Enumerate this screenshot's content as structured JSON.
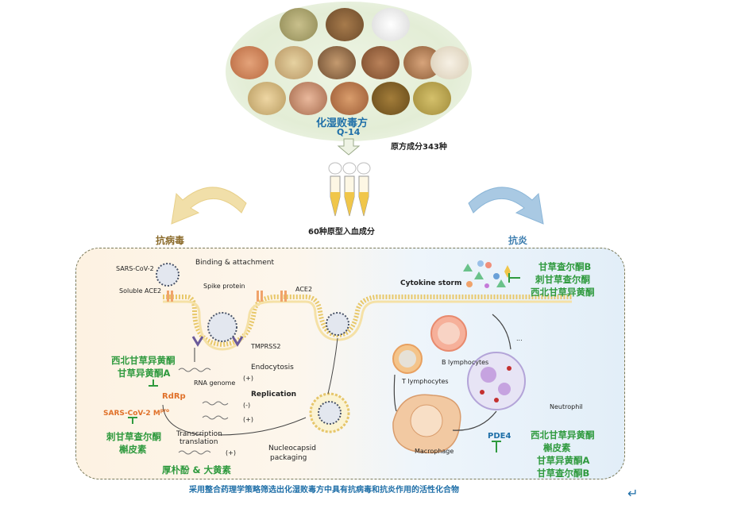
{
  "header": {
    "formula_name": "化湿败毒方",
    "formula_code": "Q-14",
    "total_components": "原方成分343种",
    "blood_components": "60种原型入血成分"
  },
  "sides": {
    "antiviral": "抗病毒",
    "antiinflammatory": "抗炎"
  },
  "virus": {
    "sars": "SARS-CoV-2",
    "binding": "Binding & attachment",
    "soluble_ace2": "Soluble ACE2",
    "spike": "Spike protein",
    "ace2": "ACE2",
    "tmprss2": "TMPRSS2",
    "endocytosis": "Endocytosis",
    "rna_genome": "RNA genome",
    "replication": "Replication",
    "plus1": "(+)",
    "minus": "(-)",
    "plus2": "(+)",
    "plus3": "(+)",
    "transcription": "Transcription",
    "translation": "translation",
    "nucleocapsid": "Nucleocapsid",
    "packaging": "packaging",
    "rdrp": "RdRp",
    "mpro_prefix": "SARS-CoV-2 M",
    "mpro_sup": "pro"
  },
  "compounds": {
    "rdrp_group": [
      "西北甘草异黄酮",
      "甘草异黄酮A"
    ],
    "mpro_group": [
      "刺甘草查尔酮",
      "槲皮素"
    ],
    "bottom_group": "厚朴酚 & 大黄素",
    "cytokine_group": [
      "甘草查尔酮B",
      "刺甘草查尔酮",
      "西北甘草异黄酮"
    ],
    "pde4_group": [
      "西北甘草异黄酮",
      "槲皮素",
      "甘草异黄酮A",
      "甘草查尔酮B"
    ]
  },
  "immune": {
    "cytokine_storm": "Cytokine storm",
    "b_lymph": "B lymphocytes",
    "t_lymph": "T lymphocytes",
    "macrophage": "Macrophage",
    "neutrophil": "Neutrophil",
    "dots": "...",
    "pde4": "PDE4"
  },
  "caption": "采用整合药理学策略筛选出化湿败毒方中具有抗病毒和抗炎作用的活性化合物",
  "return_symbol": "↵"
}
